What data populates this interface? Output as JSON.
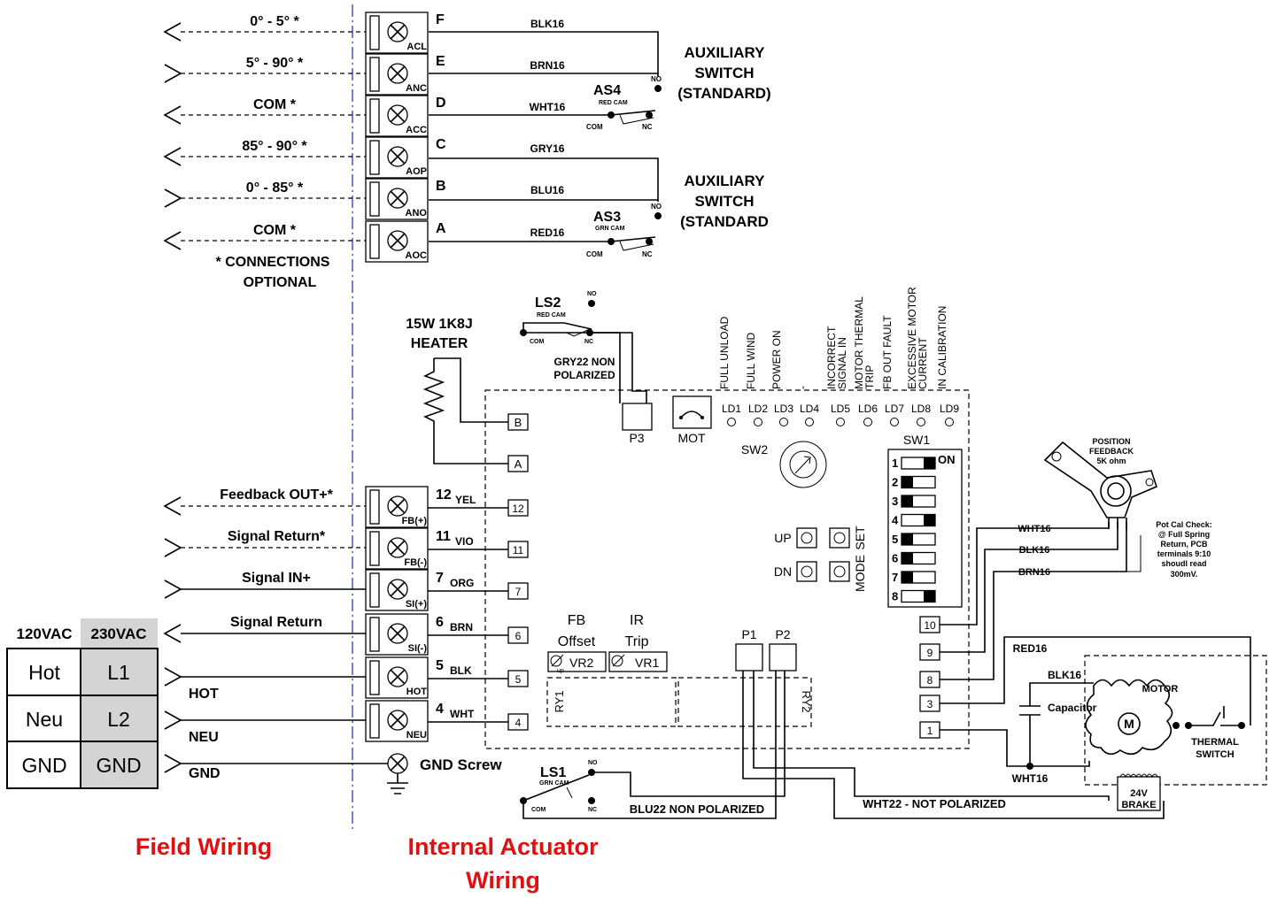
{
  "field_terminals": [
    {
      "label": "0° - 5° *",
      "dir": "in",
      "letter": "F",
      "code": "ACL",
      "wire": "BLK16"
    },
    {
      "label": "5° - 90° *",
      "dir": "out",
      "letter": "E",
      "code": "ANC",
      "wire": "BRN16"
    },
    {
      "label": "COM *",
      "dir": "in",
      "letter": "D",
      "code": "ACC",
      "wire": "WHT16"
    },
    {
      "label": "85° - 90° *",
      "dir": "in",
      "letter": "C",
      "code": "AOP",
      "wire": "GRY16"
    },
    {
      "label": "0° - 85° *",
      "dir": "out",
      "letter": "B",
      "code": "ANO",
      "wire": "BLU16"
    },
    {
      "label": "COM *",
      "dir": "in",
      "letter": "A",
      "code": "AOC",
      "wire": "RED16"
    }
  ],
  "connections_note": [
    "* CONNECTIONS",
    "OPTIONAL"
  ],
  "aux_switches": [
    {
      "title": [
        "AUXILIARY",
        "SWITCH",
        "(STANDARD)"
      ],
      "name": "AS4",
      "cam": "RED CAM",
      "no": "NO",
      "nc": "NC",
      "com": "COM"
    },
    {
      "title": [
        "AUXILIARY",
        "SWITCH",
        "(STANDARD"
      ],
      "name": "AS3",
      "cam": "GRN CAM",
      "no": "NO",
      "nc": "NC",
      "com": "COM"
    }
  ],
  "heater": [
    "15W 1K8J",
    "HEATER"
  ],
  "ls2": {
    "name": "LS2",
    "cam": "RED CAM",
    "no": "NO",
    "nc": "NC",
    "com": "COM",
    "wire": [
      "GRY22 NON",
      "POLARIZED"
    ]
  },
  "ls1": {
    "name": "LS1",
    "cam": "GRN CAM",
    "no": "NO",
    "nc": "NC",
    "com": "COM",
    "wire": "BLU22 NON POLARIZED"
  },
  "board": {
    "p3": "P3",
    "mot": "MOT",
    "sw2": "SW2",
    "sw1": "SW1",
    "sw1_on": "ON",
    "terms_a": [
      "B",
      "A"
    ],
    "leds": [
      {
        "id": "LD1",
        "label": [
          "FULL UNLOAD"
        ]
      },
      {
        "id": "LD2",
        "label": [
          "FULL WIND"
        ]
      },
      {
        "id": "LD3",
        "label": [
          "POWER ON"
        ]
      },
      {
        "id": "LD4",
        "label": [
          "-"
        ]
      },
      {
        "id": "LD5",
        "label": [
          "INCORRECT",
          "SIGNAL IN"
        ]
      },
      {
        "id": "LD6",
        "label": [
          "MOTOR THERMAL",
          "TRIP"
        ]
      },
      {
        "id": "LD7",
        "label": [
          "FB OUT FAULT"
        ]
      },
      {
        "id": "LD8",
        "label": [
          "EXCESSIVE MOTOR",
          "CURRENT"
        ]
      },
      {
        "id": "LD9",
        "label": [
          "IN CALIBRATION"
        ]
      }
    ],
    "dip": [
      {
        "n": "1",
        "on": true
      },
      {
        "n": "2",
        "on": false
      },
      {
        "n": "3",
        "on": false
      },
      {
        "n": "4",
        "on": true
      },
      {
        "n": "5",
        "on": false
      },
      {
        "n": "6",
        "on": false
      },
      {
        "n": "7",
        "on": false
      },
      {
        "n": "8",
        "on": true
      }
    ],
    "up": "UP",
    "dn": "DN",
    "set": "SET",
    "mode": "MODE",
    "fb": [
      "FB",
      "Offset"
    ],
    "ir": [
      "IR",
      "Trip"
    ],
    "vr2": "VR2",
    "vr1": "VR1",
    "up_sub": "up",
    "p1": "P1",
    "p2": "P2",
    "ry1": "RY1",
    "ry2": "RY2",
    "right_terms": [
      "10",
      "9",
      "8",
      "3",
      "1"
    ]
  },
  "signal_terminals": [
    {
      "label": "Feedback OUT+*",
      "dir": "in",
      "num": "12",
      "color": "YEL",
      "code": "FB(+)"
    },
    {
      "label": "Signal Return*",
      "dir": "out",
      "num": "11",
      "color": "VIO",
      "code": "FB(-)"
    },
    {
      "label": "Signal IN+",
      "dir": "out",
      "num": "7",
      "color": "ORG",
      "code": "SI(+)"
    },
    {
      "label": "Signal Return",
      "dir": "in",
      "num": "6",
      "color": "BRN",
      "code": "SI(-)"
    },
    {
      "label": "HOT",
      "dir": "out",
      "num": "5",
      "color": "BLK",
      "code": "HOT"
    },
    {
      "label": "NEU",
      "dir": "out",
      "num": "4",
      "color": "WHT",
      "code": "NEU"
    }
  ],
  "gnd": {
    "label": "GND",
    "screw": "GND Screw"
  },
  "power_table": {
    "headers": [
      "120VAC",
      "230VAC"
    ],
    "rows": [
      [
        "Hot",
        "L1"
      ],
      [
        "Neu",
        "L2"
      ],
      [
        "GND",
        "GND"
      ]
    ]
  },
  "feedback_pot": {
    "title": [
      "POSITION",
      "FEEDBACK",
      "5K ohm"
    ],
    "wires": [
      "WHT16",
      "BLK16",
      "BRN16"
    ],
    "note": [
      "Pot Cal Check:",
      "@ Full Spring",
      "Return, PCB",
      "terminals 9:10",
      "shoudl read",
      "300mV."
    ]
  },
  "motor": {
    "red": "RED16",
    "blk": "BLK16",
    "wht": "WHT16",
    "label": "MOTOR",
    "m": "M",
    "cap": "Capacitor",
    "thermal": [
      "THERMAL",
      "SWITCH"
    ],
    "brake": [
      "24V",
      "BRAKE"
    ],
    "wht22": "WHT22 - NOT POLARIZED"
  },
  "section_labels": {
    "field": "Field Wiring",
    "internal": [
      "Internal Actuator",
      "Wiring"
    ]
  }
}
